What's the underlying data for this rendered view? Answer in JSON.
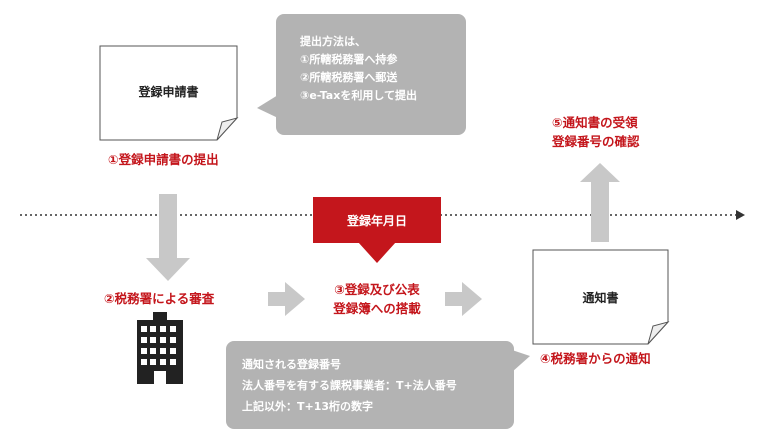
{
  "doc1": {
    "label": "登録申請書"
  },
  "doc2": {
    "label": "通知書"
  },
  "callout_top": {
    "lines": [
      "提出方法は、",
      "①所轄税務署へ持参",
      "②所轄税務署へ郵送",
      "③e-Taxを利用して提出"
    ]
  },
  "callout_bottom": {
    "lines": [
      "通知される登録番号",
      "法人番号を有する課税事業者：T+法人番号",
      "上記以外：T+13桁の数字"
    ]
  },
  "steps": {
    "step1": "①登録申請書の提出",
    "step2": "②税務署による審査",
    "step3_line1": "③登録及び公表",
    "step3_line2": "登録簿への搭載",
    "step4": "④税務署からの通知",
    "step5_line1": "⑤通知書の受領",
    "step5_line2": "登録番号の確認"
  },
  "date_marker": {
    "label": "登録年月日"
  },
  "colors": {
    "accent_red": "#c4161c",
    "arrow_gray": "#c8c8c8",
    "callout_gray": "#b3b3b3"
  },
  "icons": [
    "building-icon"
  ]
}
